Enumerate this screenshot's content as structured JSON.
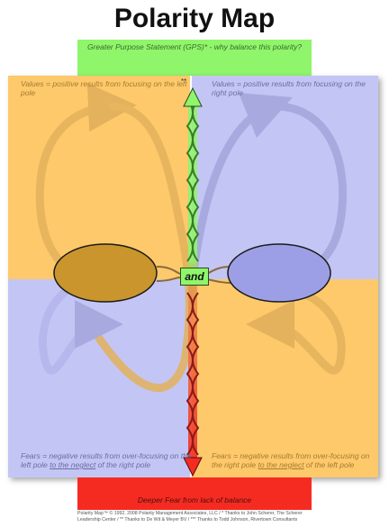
{
  "title": "Polarity Map",
  "gps": "Greater Purpose Statement (GPS)* - why balance this polarity?",
  "fear": "Deeper Fear from lack of balance",
  "and": "and",
  "stars": "**",
  "labels": {
    "top_left": "Values = positive results from focusing on the left pole",
    "top_right": "Values = positive results from focusing on the right pole",
    "bottom_left_a": "Fears = negative results from over-focusing on the left pole ",
    "bottom_left_b": "to the neglect",
    "bottom_left_c": " of the right pole",
    "bottom_right_a": "Fears = negative results from over-focusing on the right pole ",
    "bottom_right_b": "to the neglect",
    "bottom_right_c": " of the left pole"
  },
  "credits": {
    "line1": "Polarity Map™ © 1992, 2008 Polarity Management Associates, LLC / * Thanks to John Scherer, The Scherer",
    "line2": "Leadership Center / ** Thanks to De Wit & Meyer BV / *** Thanks to Todd Johnson, Rivertown Consultants"
  },
  "colors": {
    "gps": "#8ff56a",
    "fear": "#f52b22",
    "orange_quadrant": "#fdc96b",
    "purple_quadrant": "#c3c6f4",
    "left_pole": "#c9952c",
    "right_pole": "#9d9fe6"
  }
}
